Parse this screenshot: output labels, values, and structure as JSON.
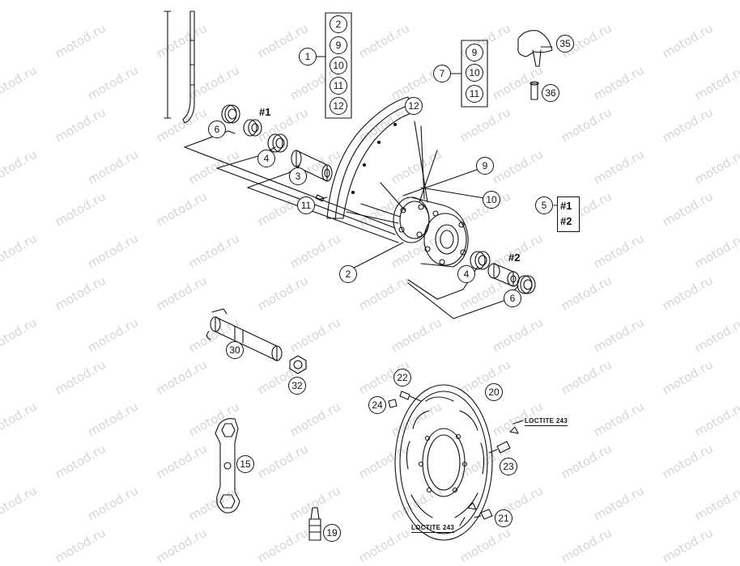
{
  "watermark": "motod.ru",
  "callouts": {
    "c1": "1",
    "c2_list": "2",
    "c9_list": "9",
    "c10_list": "10",
    "c11_list": "11",
    "c12_list": "12",
    "c7": "7",
    "c9b": "9",
    "c10b": "10",
    "c11b": "11",
    "c35": "35",
    "c36": "36",
    "c6_top": "6",
    "c4_top": "4",
    "c3": "3",
    "c11_bolt": "11",
    "c12_rim": "12",
    "c9_spoke": "9",
    "c10_spoke": "10",
    "c5": "5",
    "c2_hub": "2",
    "c4_bottom": "4",
    "c6_bottom": "6",
    "c30": "30",
    "c32": "32",
    "c22": "22",
    "c24": "24",
    "c20": "20",
    "c23": "23",
    "c21": "21",
    "c15": "15",
    "c19": "19"
  },
  "tags": {
    "t1": "#1",
    "t2": "#2",
    "t5a": "#1",
    "t5b": "#2"
  },
  "loctite": {
    "upper": "LOCTITE 243",
    "lower": "LOCTITE 243"
  }
}
